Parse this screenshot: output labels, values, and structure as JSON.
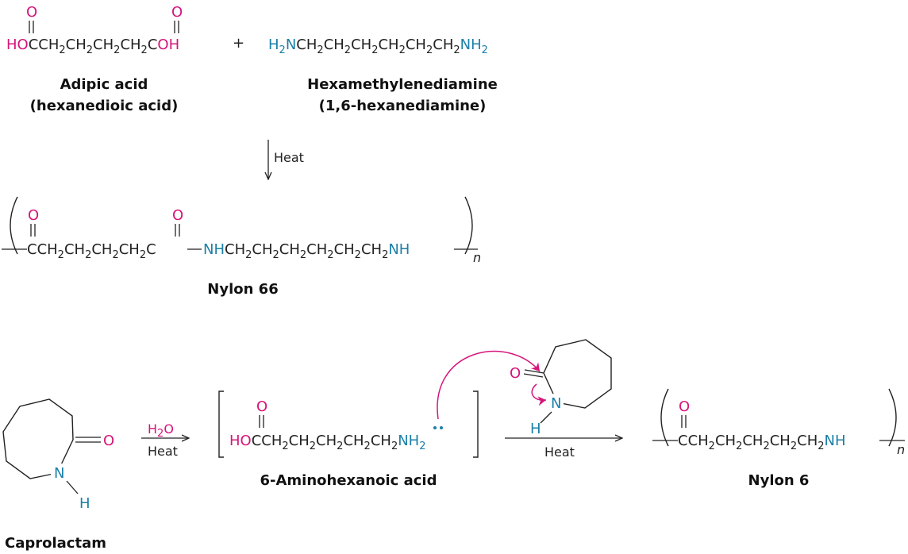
{
  "colors": {
    "oxygen": "#d6157a",
    "nitrogen": "#1a7fa8",
    "text": "#222222",
    "arrow_curved": "#d6157a"
  },
  "reaction1": {
    "adipic_formula": [
      "HO",
      "CCH",
      "2",
      "CH",
      "2",
      "CH",
      "2",
      "CH",
      "2",
      "C",
      "OH"
    ],
    "carbonyl_o": "O",
    "plus": "+",
    "diamine_formula": [
      "H",
      "2",
      "N",
      "CH",
      "2",
      "CH",
      "2",
      "CH",
      "2",
      "CH",
      "2",
      "CH",
      "2",
      "CH",
      "2",
      "NH",
      "2"
    ],
    "adipic_name": "Adipic acid",
    "adipic_iupac": "(hexanedioic acid)",
    "diamine_name": "Hexamethylenediamine",
    "diamine_iupac": "(1,6-hexanediamine)",
    "condition": "Heat",
    "nylon66_formula": [
      "CCH",
      "2",
      "CH",
      "2",
      "CH",
      "2",
      "CH",
      "2",
      "C",
      "NH",
      "CH",
      "2",
      "CH",
      "2",
      "CH",
      "2",
      "CH",
      "2",
      "CH",
      "2",
      "CH",
      "2",
      "NH"
    ],
    "repeat_n": "n",
    "product_name": "Nylon 66"
  },
  "reaction2": {
    "caprolactam_name": "Caprolactam",
    "ring_o": "O",
    "ring_n": "N",
    "ring_h": "H",
    "reagent_h": "H",
    "reagent_2": "2",
    "reagent_o": "O",
    "condition1": "Heat",
    "acid_formula": [
      "HO",
      "CCH",
      "2",
      "CH",
      "2",
      "CH",
      "2",
      "CH",
      "2",
      "CH",
      "2",
      "NH",
      "2"
    ],
    "acid_name": "6-Aminohexanoic acid",
    "condition2": "Heat",
    "nylon6_formula": [
      "CCH",
      "2",
      "CH",
      "2",
      "CH",
      "2",
      "CH",
      "2",
      "CH",
      "2",
      "NH"
    ],
    "repeat_n": "n",
    "product_name": "Nylon 6"
  }
}
